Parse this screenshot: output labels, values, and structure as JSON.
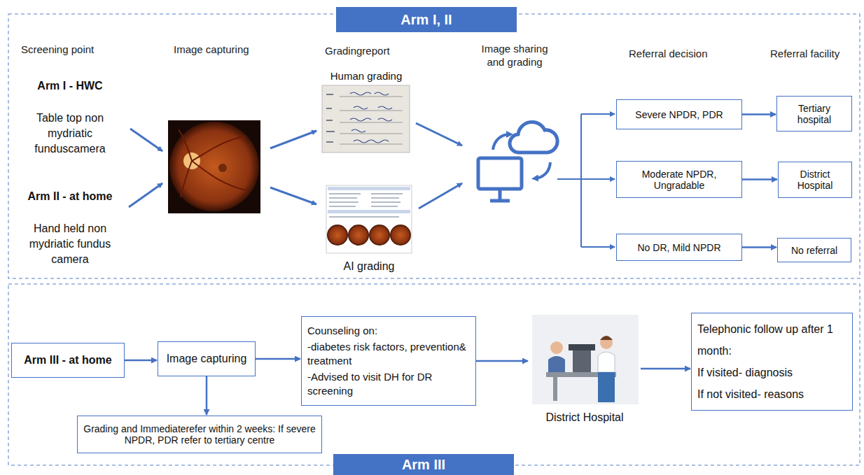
{
  "diagram": {
    "nodes": [
      {
        "text": [
          "Arm I, II"
        ]
      },
      {
        "text": [
          "Arm I - HWC",
          "Table top non mydriatic funduscamera"
        ]
      },
      {
        "text": [
          "Arm II - at home",
          "Hand held non mydriatic fundus camera"
        ]
      },
      {
        "text": [
          "Human grading"
        ]
      },
      {
        "text": [
          "AI grading"
        ]
      },
      {
        "text": [
          "Severe NPDR, PDR"
        ]
      },
      {
        "text": [
          "Tertiary hospital"
        ]
      },
      {
        "text": [
          "Moderate NPDR, Ungradable"
        ]
      },
      {
        "text": [
          "District Hospital"
        ]
      },
      {
        "text": [
          "No DR, Mild NPDR"
        ]
      },
      {
        "text": [
          "No referral"
        ]
      },
      {
        "text": [
          "Arm III - at home"
        ]
      },
      {
        "text": [
          "Image capturing"
        ]
      },
      {
        "text": [
          "Grading and Immediaterefer within 2 weeks: If severe NPDR, PDR refer to tertiary centre"
        ]
      },
      {
        "text": [
          "Counseling on:",
          "-diabetes risk factors, prevention& treatment",
          "-Advised to visit DH for DR screening"
        ]
      },
      {
        "text": [
          "District Hospital"
        ]
      },
      {
        "text": [
          "Telephonic follow up after 1 month:",
          "If visited- diagnosis",
          "If not visited- reasons"
        ]
      },
      {
        "text": [
          "Arm III"
        ]
      }
    ],
    "edges": [
      {
        "from": 5,
        "to": 6,
        "arrow": "to"
      },
      {
        "from": 7,
        "to": 8,
        "arrow": "to"
      },
      {
        "from": 9,
        "to": 10,
        "arrow": "to"
      },
      {
        "from": 11,
        "to": 12,
        "arrow": "to"
      },
      {
        "from": 12,
        "to": 13,
        "arrow": "to"
      },
      {
        "from": 12,
        "to": 14,
        "arrow": "to"
      },
      {
        "from": 14,
        "to": 15,
        "arrow": "to"
      },
      {
        "from": 15,
        "to": 16,
        "arrow": "to"
      }
    ],
    "labels": [
      "Screening point",
      "Image capturing",
      "Gradingreport",
      "Image sharing and grading",
      "Referral decision",
      "Referral facility"
    ]
  }
}
